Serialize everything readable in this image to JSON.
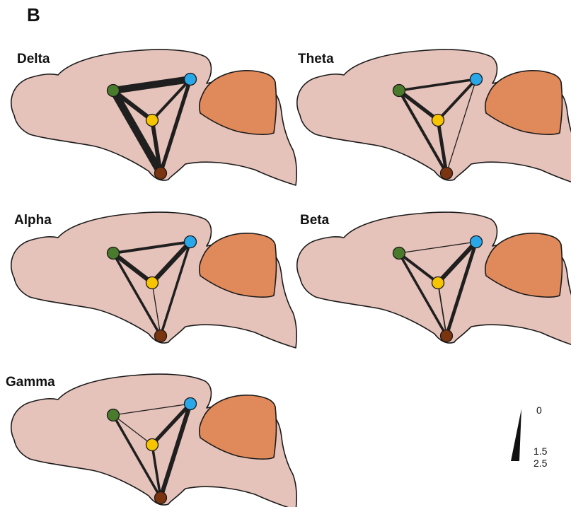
{
  "panel_label": "B",
  "colors": {
    "brain_fill": "#e6c3ba",
    "brain_stroke": "#1a1a1a",
    "cerebellum_fill": "#e0895a",
    "edge": "#1f1f1f",
    "node_green": "#4a7a2c",
    "node_blue": "#29a7e8",
    "node_yellow": "#f7c400",
    "node_brown": "#7a3410"
  },
  "nodes": [
    {
      "id": "green",
      "color_key": "node_green"
    },
    {
      "id": "blue",
      "color_key": "node_blue"
    },
    {
      "id": "yellow",
      "color_key": "node_yellow"
    },
    {
      "id": "brown",
      "color_key": "node_brown"
    }
  ],
  "bands": [
    {
      "id": "delta",
      "name": "Delta",
      "edges": {
        "green-blue": 2.3,
        "green-yellow": 1.4,
        "green-brown": 2.4,
        "blue-yellow": 0.9,
        "blue-brown": 1.2,
        "yellow-brown": 1.3
      }
    },
    {
      "id": "theta",
      "name": "Theta",
      "edges": {
        "green-blue": 0.8,
        "green-yellow": 1.2,
        "green-brown": 0.9,
        "blue-yellow": 0.9,
        "blue-brown": 0.3,
        "yellow-brown": 1.1
      }
    },
    {
      "id": "alpha",
      "name": "Alpha",
      "edges": {
        "green-blue": 0.9,
        "green-yellow": 1.4,
        "green-brown": 0.8,
        "blue-yellow": 1.5,
        "blue-brown": 0.8,
        "yellow-brown": 0.3
      }
    },
    {
      "id": "beta",
      "name": "Beta",
      "edges": {
        "green-blue": 0.3,
        "green-yellow": 0.9,
        "green-brown": 0.8,
        "blue-yellow": 1.4,
        "blue-brown": 1.1,
        "yellow-brown": 0.4
      }
    },
    {
      "id": "gamma",
      "name": "Gamma",
      "edges": {
        "green-blue": 0.3,
        "green-yellow": 0.3,
        "green-brown": 0.8,
        "blue-yellow": 1.2,
        "blue-brown": 1.4,
        "yellow-brown": 0.8
      }
    }
  ],
  "scale": {
    "ticks": [
      {
        "value": 0,
        "label": "0"
      },
      {
        "value": 1.5,
        "label": "1.5"
      },
      {
        "value": 2.5,
        "label": "2.5"
      }
    ],
    "max": 2.5
  }
}
